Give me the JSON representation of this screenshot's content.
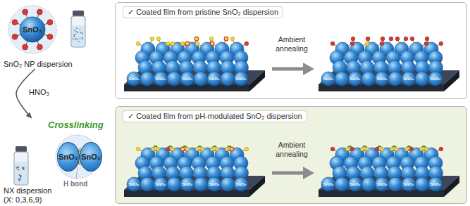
{
  "diagram": {
    "nodes": [
      {
        "text": [
          "SnO₂ NP dispersion"
        ]
      },
      {
        "text": [
          "SnO₂"
        ],
        "in": 0
      },
      {
        "text": [
          "NX dispersion",
          "(X: 0,3,6,9)"
        ]
      },
      {
        "text": [
          "SnO₂"
        ],
        "in": 2
      },
      {
        "text": [
          "SnO₂"
        ],
        "in": 2
      },
      {
        "text": [
          "✓ Coated film from pristine SnO₂ dispersion"
        ]
      },
      {
        "text": [
          "✓ Coated film from pH-modulated SnO₂ dispersion"
        ]
      }
    ],
    "edges": [
      {
        "from": 0,
        "to": 2,
        "arrow": "to",
        "label": "HNO₃"
      }
    ],
    "labels": [
      "Crosslinking",
      "H bond",
      "Ambient annealing",
      "Ambient annealing",
      "SnO₂",
      "SnO₂",
      "SnO₂",
      "SnO₂",
      "SnO₂",
      "SnO₂",
      "SnO₂",
      "SnO₂",
      "SnO₂",
      "SnO₂",
      "SnO₂",
      "SnO₂",
      "SnO₂",
      "SnO₂",
      "SnO₂",
      "SnO₂",
      "SnO₂",
      "SnO₂",
      "SnO₂",
      "SnO₂"
    ]
  }
}
